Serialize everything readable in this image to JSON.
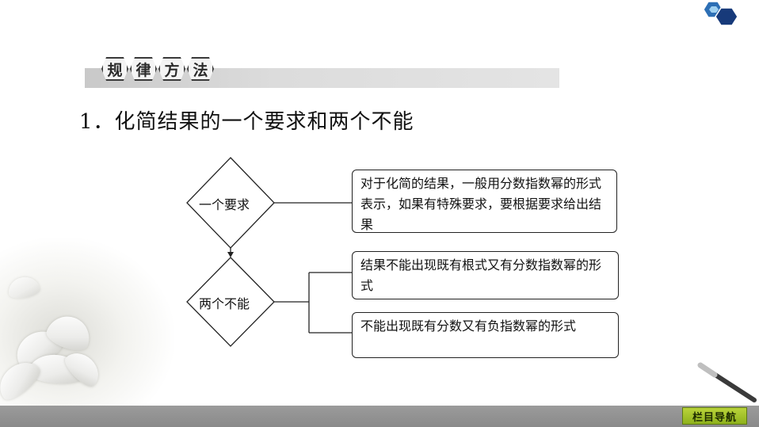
{
  "section": {
    "title_chars": [
      "规",
      "律",
      "方",
      "法"
    ]
  },
  "heading": "1．化简结果的一个要求和两个不能",
  "diagram": {
    "node_one": "一个要求",
    "node_two": "两个不能",
    "box_one": "对于化简的结果，一般用分数指数幂的形式表示，如果有特殊要求，要根据要求给出结果",
    "box_two": "结果不能出现既有根式又有分数指数幂的形式",
    "box_three": "不能出现既有分数又有负指数幂的形式"
  },
  "navigation": {
    "button_label": "栏目导航"
  },
  "colors": {
    "accent_blue": "#1b3f86",
    "nav_green": "#9fc22a",
    "bottom_bar": "#8f8f8f"
  }
}
